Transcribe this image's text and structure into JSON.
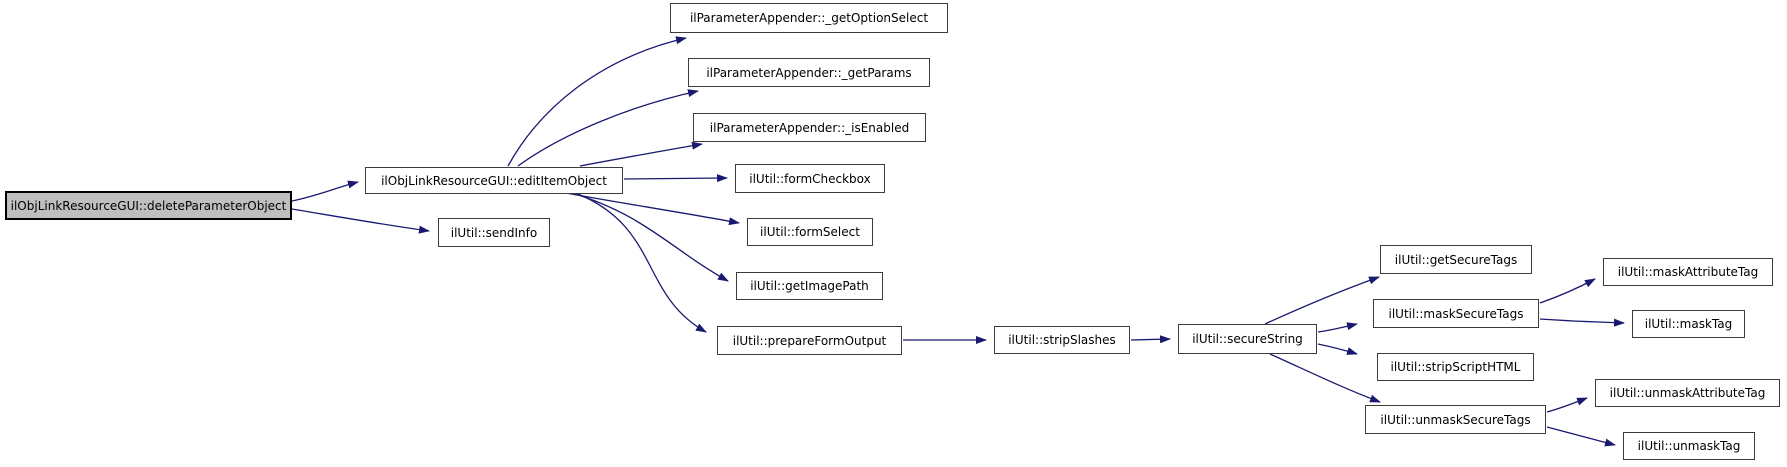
{
  "diagram": {
    "type": "call-graph",
    "colors": {
      "edge": "#191970",
      "node_border": "#3c3c3c",
      "node_fill": "#ffffff",
      "highlight_fill": "#bfbfbf",
      "text": "#000000",
      "background": "#ffffff"
    },
    "nodes": [
      {
        "id": "deleteParameterObject",
        "label": "ilObjLinkResourceGUI::deleteParameterObject",
        "highlighted": true
      },
      {
        "id": "editItemObject",
        "label": "ilObjLinkResourceGUI::editItemObject",
        "highlighted": false
      },
      {
        "id": "sendInfo",
        "label": "ilUtil::sendInfo",
        "highlighted": false
      },
      {
        "id": "getOptionSelect",
        "label": "ilParameterAppender::_getOptionSelect",
        "highlighted": false
      },
      {
        "id": "getParams",
        "label": "ilParameterAppender::_getParams",
        "highlighted": false
      },
      {
        "id": "isEnabled",
        "label": "ilParameterAppender::_isEnabled",
        "highlighted": false
      },
      {
        "id": "formCheckbox",
        "label": "ilUtil::formCheckbox",
        "highlighted": false
      },
      {
        "id": "formSelect",
        "label": "ilUtil::formSelect",
        "highlighted": false
      },
      {
        "id": "getImagePath",
        "label": "ilUtil::getImagePath",
        "highlighted": false
      },
      {
        "id": "prepareFormOutput",
        "label": "ilUtil::prepareFormOutput",
        "highlighted": false
      },
      {
        "id": "stripSlashes",
        "label": "ilUtil::stripSlashes",
        "highlighted": false
      },
      {
        "id": "secureString",
        "label": "ilUtil::secureString",
        "highlighted": false
      },
      {
        "id": "getSecureTags",
        "label": "ilUtil::getSecureTags",
        "highlighted": false
      },
      {
        "id": "maskSecureTags",
        "label": "ilUtil::maskSecureTags",
        "highlighted": false
      },
      {
        "id": "stripScriptHTML",
        "label": "ilUtil::stripScriptHTML",
        "highlighted": false
      },
      {
        "id": "unmaskSecureTags",
        "label": "ilUtil::unmaskSecureTags",
        "highlighted": false
      },
      {
        "id": "maskAttributeTag",
        "label": "ilUtil::maskAttributeTag",
        "highlighted": false
      },
      {
        "id": "maskTag",
        "label": "ilUtil::maskTag",
        "highlighted": false
      },
      {
        "id": "unmaskAttributeTag",
        "label": "ilUtil::unmaskAttributeTag",
        "highlighted": false
      },
      {
        "id": "unmaskTag",
        "label": "ilUtil::unmaskTag",
        "highlighted": false
      }
    ],
    "edges": [
      {
        "from": "deleteParameterObject",
        "to": "editItemObject"
      },
      {
        "from": "deleteParameterObject",
        "to": "sendInfo"
      },
      {
        "from": "editItemObject",
        "to": "getOptionSelect"
      },
      {
        "from": "editItemObject",
        "to": "getParams"
      },
      {
        "from": "editItemObject",
        "to": "isEnabled"
      },
      {
        "from": "editItemObject",
        "to": "formCheckbox"
      },
      {
        "from": "editItemObject",
        "to": "formSelect"
      },
      {
        "from": "editItemObject",
        "to": "getImagePath"
      },
      {
        "from": "editItemObject",
        "to": "prepareFormOutput"
      },
      {
        "from": "prepareFormOutput",
        "to": "stripSlashes"
      },
      {
        "from": "stripSlashes",
        "to": "secureString"
      },
      {
        "from": "secureString",
        "to": "getSecureTags"
      },
      {
        "from": "secureString",
        "to": "maskSecureTags"
      },
      {
        "from": "secureString",
        "to": "stripScriptHTML"
      },
      {
        "from": "secureString",
        "to": "unmaskSecureTags"
      },
      {
        "from": "maskSecureTags",
        "to": "maskAttributeTag"
      },
      {
        "from": "maskSecureTags",
        "to": "maskTag"
      },
      {
        "from": "unmaskSecureTags",
        "to": "unmaskAttributeTag"
      },
      {
        "from": "unmaskSecureTags",
        "to": "unmaskTag"
      }
    ]
  }
}
